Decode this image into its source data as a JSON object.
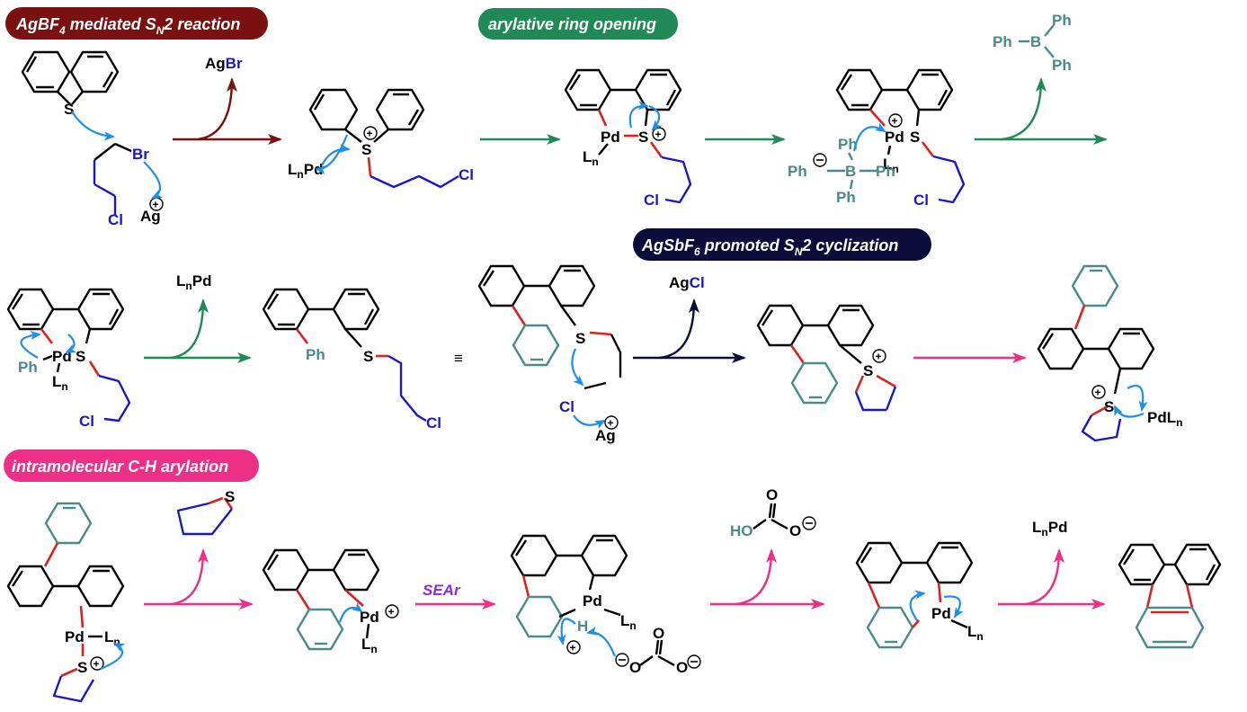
{
  "badges": {
    "sn2": {
      "label": "AgBF₄ mediated Sₙ² reaction",
      "prefix": "AgBF",
      "sub1": "4",
      "mid": " mediated S",
      "sub2": "N",
      "suffix": "2 reaction",
      "color": "#7b1010"
    },
    "ring_opening": {
      "label": "arylative ring opening",
      "color": "#1f8a55"
    },
    "cyclization": {
      "prefix": "AgSbF",
      "sub1": "6",
      "mid": " promoted S",
      "sub2": "N",
      "suffix": "2 cyclization",
      "color": "#0c0c3a"
    },
    "ch_arylation": {
      "label": "intramolecular C-H arylation",
      "color": "#ee2f86"
    }
  },
  "labels": {
    "ag": "Ag",
    "br": "Br",
    "cl": "Cl",
    "s": "S",
    "pd": "Pd",
    "l": "L",
    "n": "n",
    "ph": "Ph",
    "b": "B",
    "h": "H",
    "o": "O",
    "ho": "HO",
    "agbr_ag": "Ag",
    "agbr_br": "Br",
    "agcl_ag": "Ag",
    "agcl_cl": "Cl",
    "lnpd_l": "L",
    "lnpd_pd": "Pd",
    "pdln": "PdL",
    "equiv": "≡",
    "sear": "SEAr"
  },
  "colors": {
    "sn2_arrow": "#7b1010",
    "green_arrow": "#1f8a55",
    "navy_arrow": "#0c0c3a",
    "pink_arrow": "#ee2f86",
    "curly": "#1e8ee8",
    "teal": "#4a8a87",
    "blue": "#1818c8",
    "red": "#dd2020"
  }
}
